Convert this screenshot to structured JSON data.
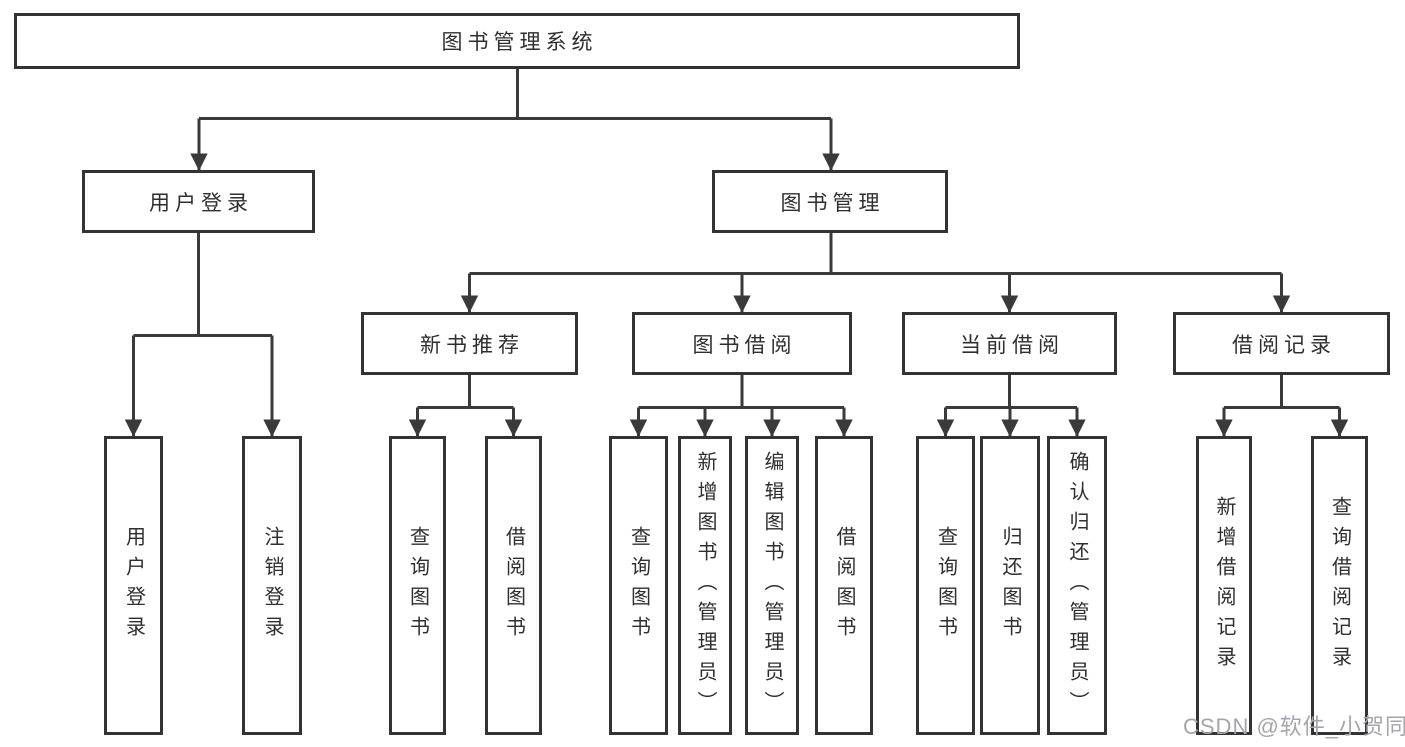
{
  "tree": {
    "label": "图书管理系统",
    "children": [
      {
        "label": "用户登录",
        "children": [
          {
            "label": "用户登录"
          },
          {
            "label": "注销登录"
          }
        ]
      },
      {
        "label": "图书管理",
        "children": [
          {
            "label": "新书推荐",
            "children": [
              {
                "label": "查询图书"
              },
              {
                "label": "借阅图书"
              }
            ]
          },
          {
            "label": "图书借阅",
            "children": [
              {
                "label": "查询图书"
              },
              {
                "label": "新增图书（管理员）"
              },
              {
                "label": "编辑图书（管理员）"
              },
              {
                "label": "借阅图书"
              }
            ]
          },
          {
            "label": "当前借阅",
            "children": [
              {
                "label": "查询图书"
              },
              {
                "label": "归还图书"
              },
              {
                "label": "确认归还（管理员）"
              }
            ]
          },
          {
            "label": "借阅记录",
            "children": [
              {
                "label": "新增借阅记录"
              },
              {
                "label": "查询借阅记录"
              }
            ]
          }
        ]
      }
    ]
  },
  "watermark": {
    "text": "CSDN @软件_小贺同学"
  },
  "colors": {
    "line": "#3a3a3a",
    "box_border": "#333333",
    "text": "#2f2f2f",
    "watermark": "#a5a5ac",
    "background": "#ffffff"
  }
}
